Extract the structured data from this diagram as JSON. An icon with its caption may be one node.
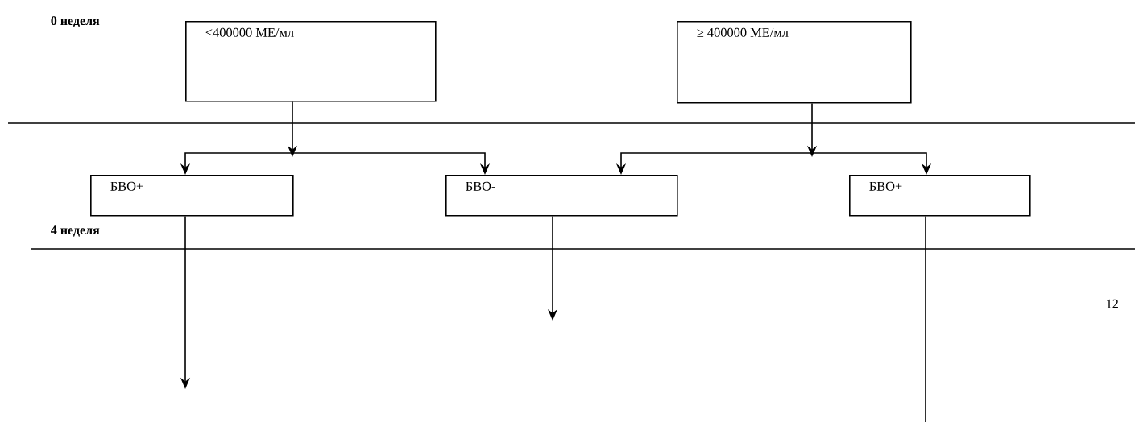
{
  "diagram": {
    "nodes": [
      {
        "text": [
          "<400000 МЕ/мл"
        ]
      },
      {
        "text": [
          "≥ 400000 МЕ/мл"
        ]
      },
      {
        "text": [
          "БВО+"
        ]
      },
      {
        "text": [
          "БВО-"
        ]
      },
      {
        "text": [
          "БВО+"
        ]
      }
    ],
    "edges": [
      {
        "from": 0,
        "to": 2,
        "arrow": "to"
      },
      {
        "from": 0,
        "to": 3,
        "arrow": "to"
      },
      {
        "from": 1,
        "to": 3,
        "arrow": "to"
      },
      {
        "from": 1,
        "to": 4,
        "arrow": "to"
      },
      {
        "from": 2,
        "to": null,
        "arrow": "to"
      },
      {
        "from": 3,
        "to": null,
        "arrow": "to"
      },
      {
        "from": 4,
        "to": null,
        "arrow": "none"
      }
    ],
    "labels": [
      "0 неделя",
      "4 неделя",
      "12"
    ]
  }
}
